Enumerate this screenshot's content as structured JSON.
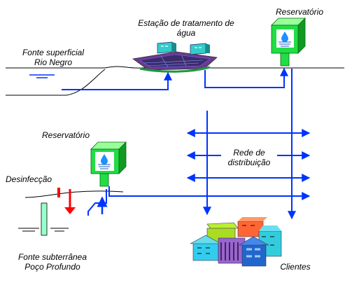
{
  "labels": {
    "treatment_station_line1": "Estação de tratamento de",
    "treatment_station_line2": "água",
    "reservoir_top": "Reservatório",
    "surface_source_line1": "Fonte superficial",
    "surface_source_line2": "Rio Negro",
    "reservoir_mid": "Reservatório",
    "distribution_line1": "Rede de",
    "distribution_line2": "distribuição",
    "disinfection": "Desinfecção",
    "underground_source_line1": "Fonte subterrânea",
    "underground_source_line2": "Poço Profundo",
    "clients": "Clientes"
  },
  "colors": {
    "flow_lines": "#0033ff",
    "disinfection_arrow": "#ff0000",
    "reservoir_front": "#22dd44",
    "reservoir_side": "#119922",
    "reservoir_top": "#99ff99",
    "ground_line": "#000000",
    "well_casing": "#99ffcc"
  },
  "icons": {
    "reservoir_logo": "water-drop-logo",
    "treatment_plant": "treatment-plant-icon",
    "clients": "houses-cluster-icon"
  }
}
